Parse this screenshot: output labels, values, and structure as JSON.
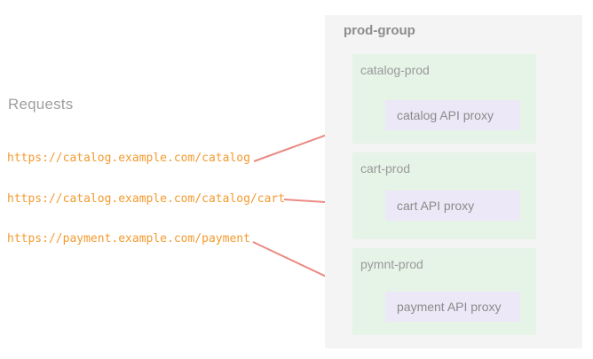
{
  "requests": {
    "heading": "Requests",
    "urls": [
      "https://catalog.example.com/catalog",
      "https://catalog.example.com/catalog/cart",
      "https://payment.example.com/payment"
    ]
  },
  "group": {
    "label": "prod-group",
    "environments": [
      {
        "label": "catalog-prod",
        "proxy": "catalog API proxy"
      },
      {
        "label": "cart-prod",
        "proxy": "cart API proxy"
      },
      {
        "label": "pymnt-prod",
        "proxy": "payment API proxy"
      }
    ]
  },
  "connections": [
    {
      "from": "https://catalog.example.com/catalog",
      "to": "catalog API proxy"
    },
    {
      "from": "https://catalog.example.com/catalog/cart",
      "to": "cart API proxy"
    },
    {
      "from": "https://payment.example.com/payment",
      "to": "payment API proxy"
    }
  ],
  "colors": {
    "url_text": "#f49b30",
    "arrow": "#ea8a84",
    "group_background": "#f4f4f4",
    "environment_background": "#e6f3e7",
    "proxy_background": "#ede8f7",
    "muted_text": "#9a9a9a",
    "group_label_text": "#8d8d8d"
  }
}
